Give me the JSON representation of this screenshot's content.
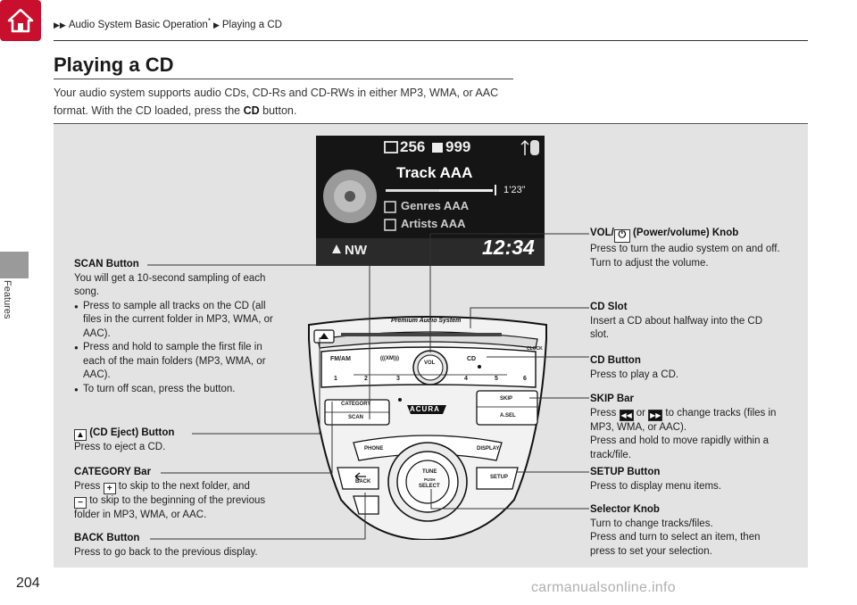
{
  "header": {
    "breadcrumb_1": "Audio System Basic Operation",
    "breadcrumb_star": "*",
    "breadcrumb_2": "Playing a CD"
  },
  "side": {
    "label": "Features"
  },
  "page": {
    "title": "Playing a CD",
    "intro_a": "Your audio system supports audio CDs, CD-Rs and CD-RWs in either MP3, WMA, or AAC format. With the CD loaded, press the ",
    "intro_cd": "CD",
    "intro_b": " button.",
    "number": "204"
  },
  "screen": {
    "folders": "256",
    "tracks": "999",
    "track": "Track AAA",
    "time": "1’23”",
    "genre": "Genres AAA",
    "artist": "Artists AAA",
    "compass": "NW",
    "clock": "12:34"
  },
  "unit": {
    "brand_strip": "Premium Audio System",
    "clock_btn": "CLOCK",
    "fm_am": "FM/AM",
    "aux": "(((XM)))",
    "cd": "CD",
    "vol": "VOL",
    "presets": [
      "1",
      "2",
      "3",
      "4",
      "5",
      "6"
    ],
    "category": "CATEGORY",
    "scan": "SCAN",
    "skip": "SKIP",
    "asel": "A.SEL",
    "logo": "ACURA",
    "phone": "PHONE",
    "display": "DISPLAY",
    "back": "BACK",
    "setup": "SETUP",
    "tune": "TUNE",
    "push": "PUSH",
    "select": "SELECT"
  },
  "callouts": {
    "scan": {
      "title": "SCAN Button",
      "desc": "You will get a 10-second sampling of each song.",
      "b1": "Press to sample all tracks on the CD (all files in the current folder in MP3, WMA, or AAC).",
      "b2": "Press and hold to sample the first file in each of the main folders (MP3, WMA, or AAC).",
      "b3": "To turn off scan, press the button."
    },
    "eject": {
      "title": "(CD Eject) Button",
      "desc": "Press to eject a CD."
    },
    "category": {
      "title": "CATEGORY Bar",
      "t1": "Press",
      "plus": "+",
      "t2": " to skip to the next folder, and",
      "minus": "−",
      "t3": " to skip to the beginning of the previous folder in MP3, WMA, or AAC."
    },
    "back": {
      "title": "BACK Button",
      "desc": "Press to go back to the previous display."
    },
    "vol": {
      "title_a": "VOL/",
      "title_b": " (Power/volume) Knob",
      "d1": "Press to turn the audio system on and off.",
      "d2": "Turn to adjust the volume."
    },
    "slot": {
      "title": "CD Slot",
      "desc": "Insert a CD about halfway into the CD slot."
    },
    "cd": {
      "title": "CD Button",
      "desc": "Press to play a CD."
    },
    "skip": {
      "title": "SKIP Bar",
      "t1": "Press ",
      "or": " or ",
      "t2": " to change tracks (files in MP3, WMA, or AAC).",
      "d2": "Press and hold to move rapidly within a track/file."
    },
    "setup": {
      "title": "SETUP Button",
      "desc": "Press to display menu items."
    },
    "selector": {
      "title": "Selector Knob",
      "d1": "Turn to change tracks/files.",
      "d2": "Press and turn to select an item, then press to set your selection."
    }
  },
  "footer": {
    "watermark": "carmanualsonline.info"
  }
}
